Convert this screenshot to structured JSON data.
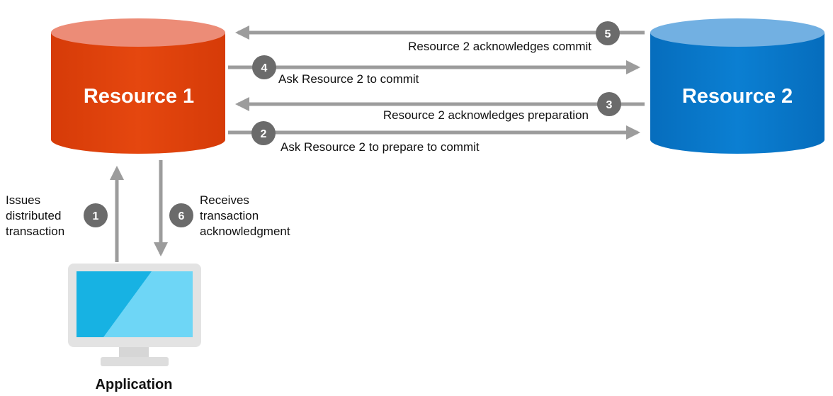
{
  "resource1": {
    "label": "Resource 1",
    "top_color": "#ec8c77",
    "body_color": "#e0420c"
  },
  "resource2": {
    "label": "Resource 2",
    "top_color": "#72b0e2",
    "body_color": "#0a77c9"
  },
  "application": {
    "label": "Application",
    "screen_color_left": "#17b2e3",
    "screen_color_right": "#6ed6f6"
  },
  "arrow_color": "#9c9c9c",
  "badge_color": "#6b6b6b",
  "steps": {
    "s1": {
      "number": "1",
      "lines": [
        "Issues",
        "distributed",
        "transaction"
      ]
    },
    "s2": {
      "number": "2",
      "label": "Ask Resource 2 to prepare to commit"
    },
    "s3": {
      "number": "3",
      "label": "Resource 2 acknowledges preparation"
    },
    "s4": {
      "number": "4",
      "label": "Ask Resource 2 to commit"
    },
    "s5": {
      "number": "5",
      "label": "Resource 2 acknowledges commit"
    },
    "s6": {
      "number": "6",
      "lines": [
        "Receives",
        "transaction",
        "acknowledgment"
      ]
    }
  }
}
